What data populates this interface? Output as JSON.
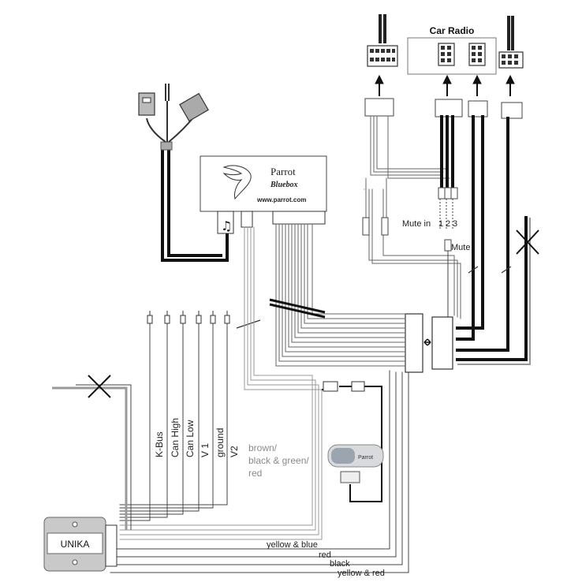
{
  "car_radio": {
    "title": "Car Radio"
  },
  "bluebox": {
    "brand": "Parrot",
    "model": "Bluebox",
    "url": "www.parrot.com"
  },
  "module": {
    "label": "UNIKA"
  },
  "mute": {
    "inputs_label": "Mute in",
    "input_numbers": [
      "1",
      "2",
      "3"
    ],
    "output_label": "Mute"
  },
  "bus_wires": [
    "K-Bus",
    "Can High",
    "Can Low",
    "V 1",
    "ground",
    "V2"
  ],
  "gray_wire_note": [
    "brown/",
    "black & green/",
    "red"
  ],
  "power_wires": [
    "yellow & blue",
    "red",
    "black",
    "yellow & red"
  ],
  "display_unit": {
    "brand": "Parrot"
  }
}
